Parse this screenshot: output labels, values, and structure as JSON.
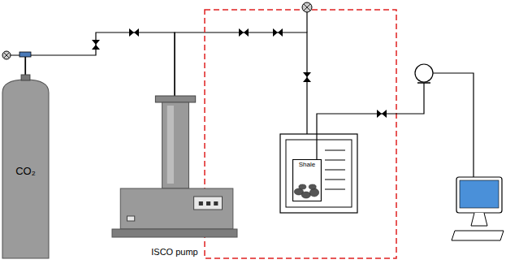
{
  "diagram": {
    "nodes": [
      {
        "text": [
          "CO₂"
        ]
      },
      {
        "text": [
          "ISCO pump"
        ]
      },
      {
        "text": [
          "Shale"
        ]
      }
    ],
    "edges": [
      {
        "from": 0,
        "to": 1,
        "arrow": "none"
      },
      {
        "from": 1,
        "to": 2,
        "arrow": "to"
      }
    ]
  }
}
